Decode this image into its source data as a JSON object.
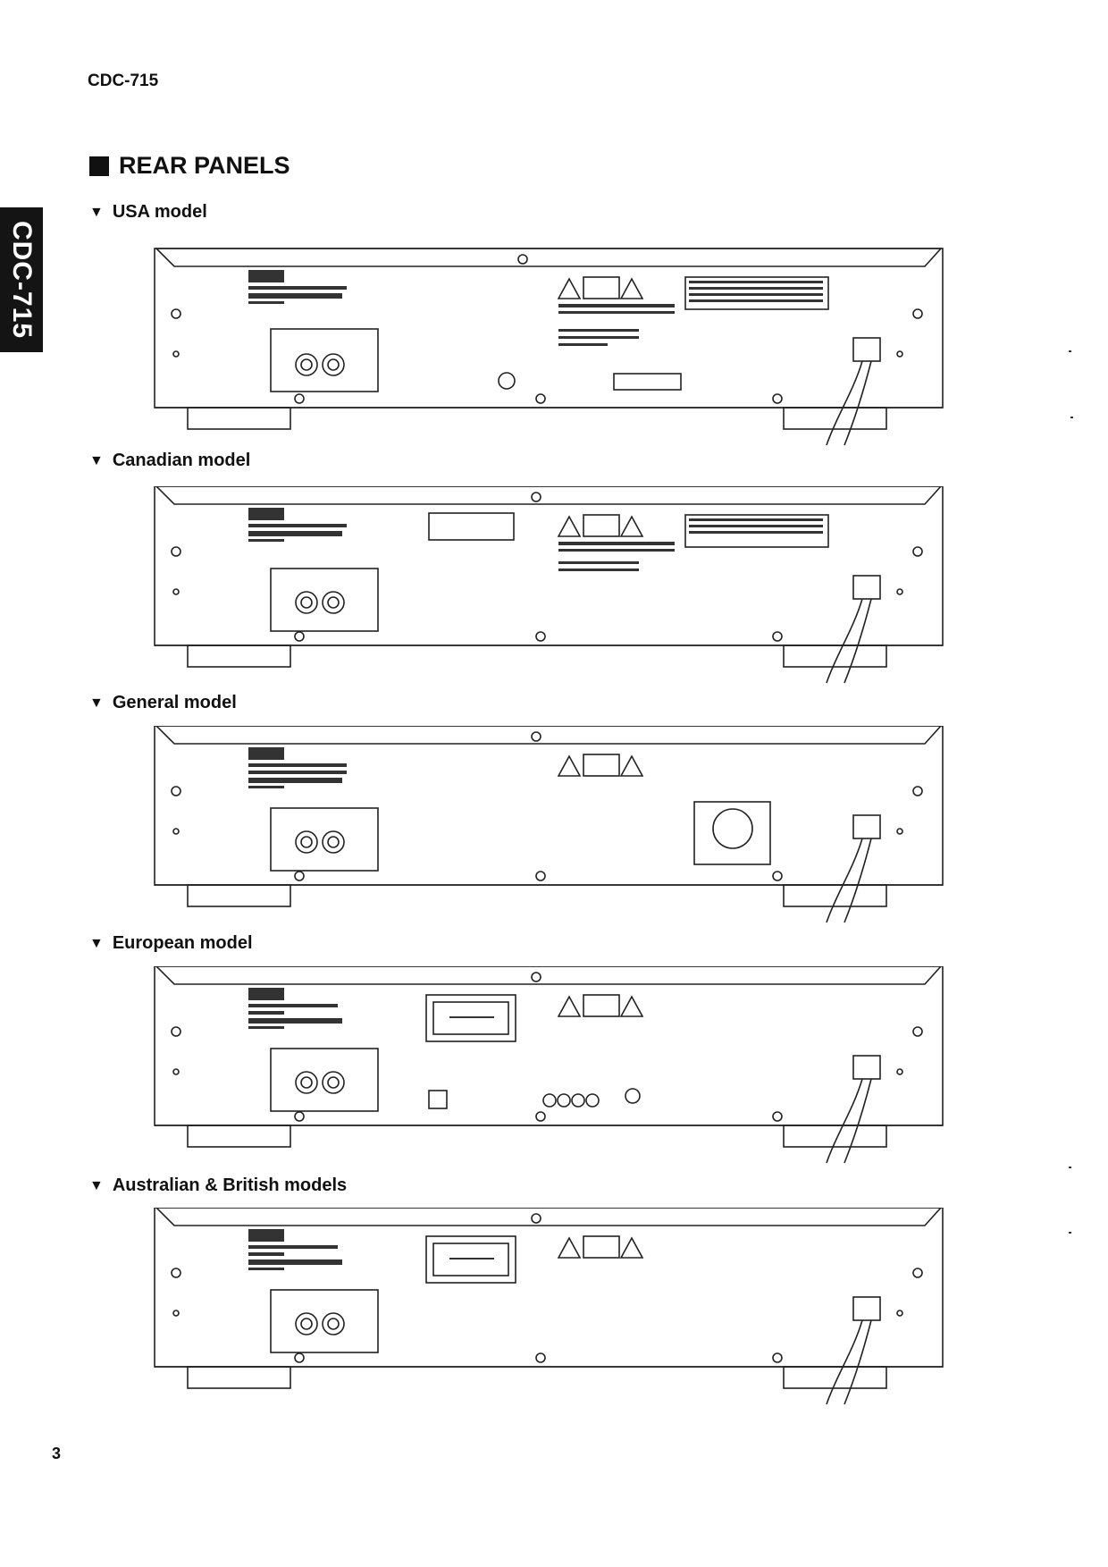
{
  "page": {
    "model_id": "CDC-715",
    "side_tab": "CDC-715",
    "section_title": "REAR PANELS",
    "page_number": "3"
  },
  "models": [
    {
      "heading": "USA model"
    },
    {
      "heading": "Canadian model"
    },
    {
      "heading": "General model"
    },
    {
      "heading": "European model"
    },
    {
      "heading": "Australian & British models"
    }
  ]
}
